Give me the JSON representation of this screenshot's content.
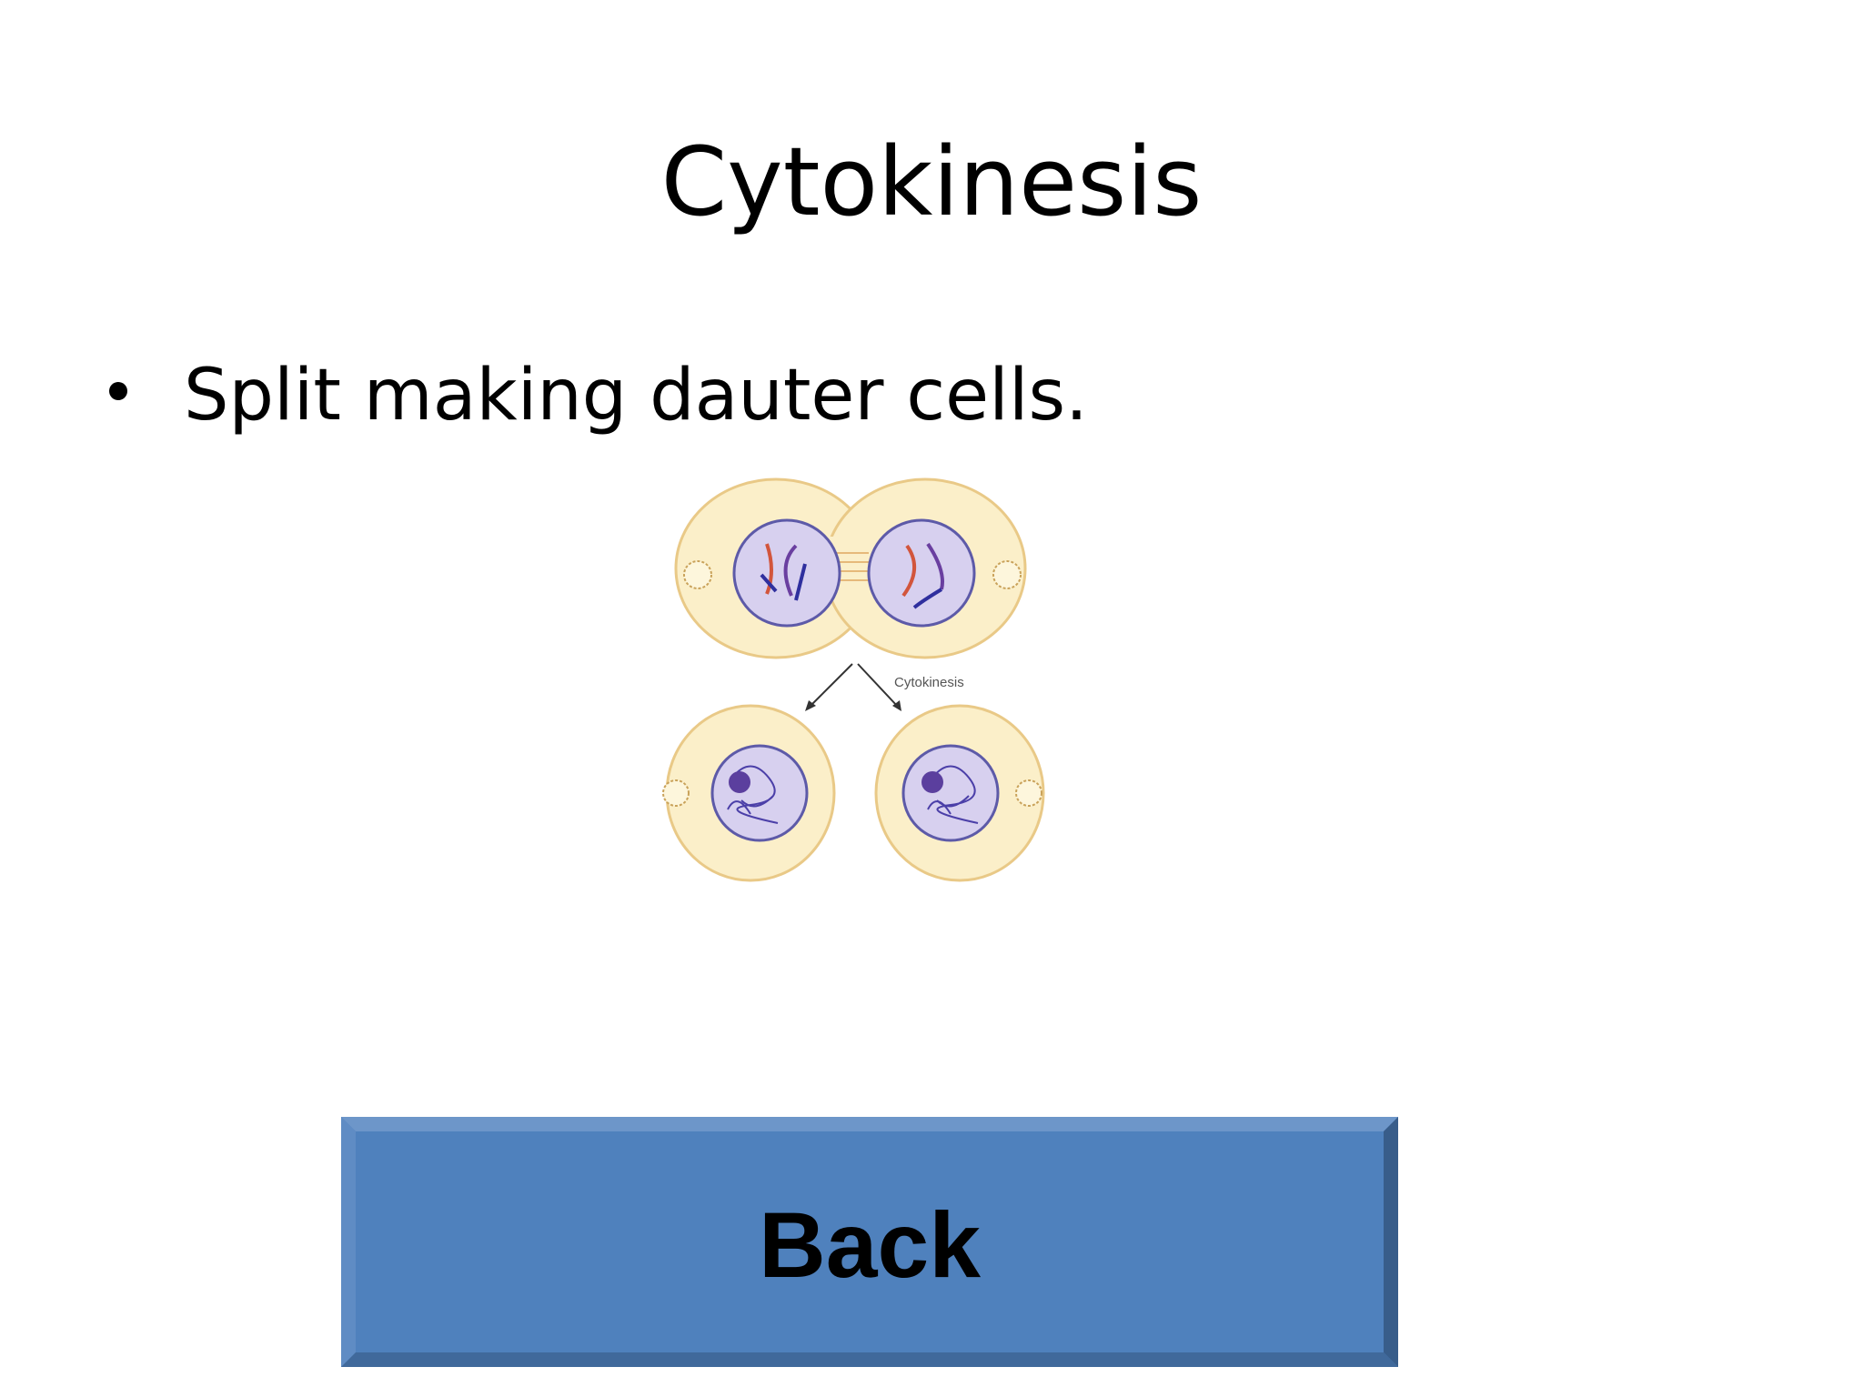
{
  "slide": {
    "title": "Cytokinesis",
    "bullets": [
      {
        "text": "Split making dauter cells."
      }
    ]
  },
  "diagram": {
    "caption": "Cytokinesis"
  },
  "navigation": {
    "back_label": "Back"
  },
  "colors": {
    "button_face": "#4f81bd",
    "button_bevel_light": "#6d96c9",
    "button_bevel_dark": "#385d8a",
    "cell_fill": "#fbefc9",
    "nucleus_fill": "#cfc8ea"
  }
}
